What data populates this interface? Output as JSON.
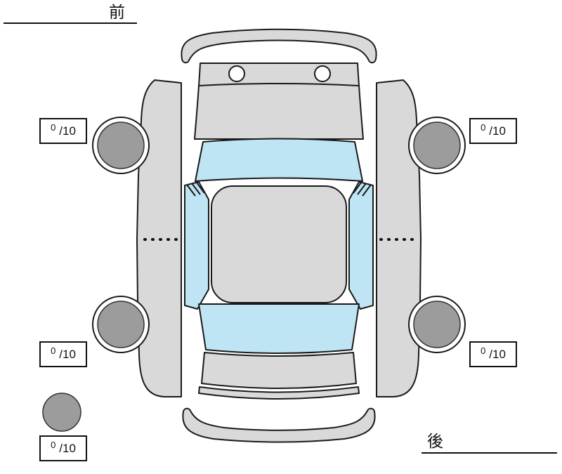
{
  "orientation": {
    "front": "前",
    "rear": "後"
  },
  "tires": {
    "front_left": {
      "value": "0",
      "max": "/10"
    },
    "front_right": {
      "value": "0",
      "max": "/10"
    },
    "rear_left": {
      "value": "0",
      "max": "/10"
    },
    "rear_right": {
      "value": "0",
      "max": "/10"
    },
    "spare": {
      "value": "0",
      "max": "/10"
    }
  },
  "colors": {
    "body": "#d9d9d9",
    "glass": "#bfe5f5",
    "tire": "#9c9c9c",
    "outline": "#1a1a1a",
    "background": "#ffffff"
  }
}
